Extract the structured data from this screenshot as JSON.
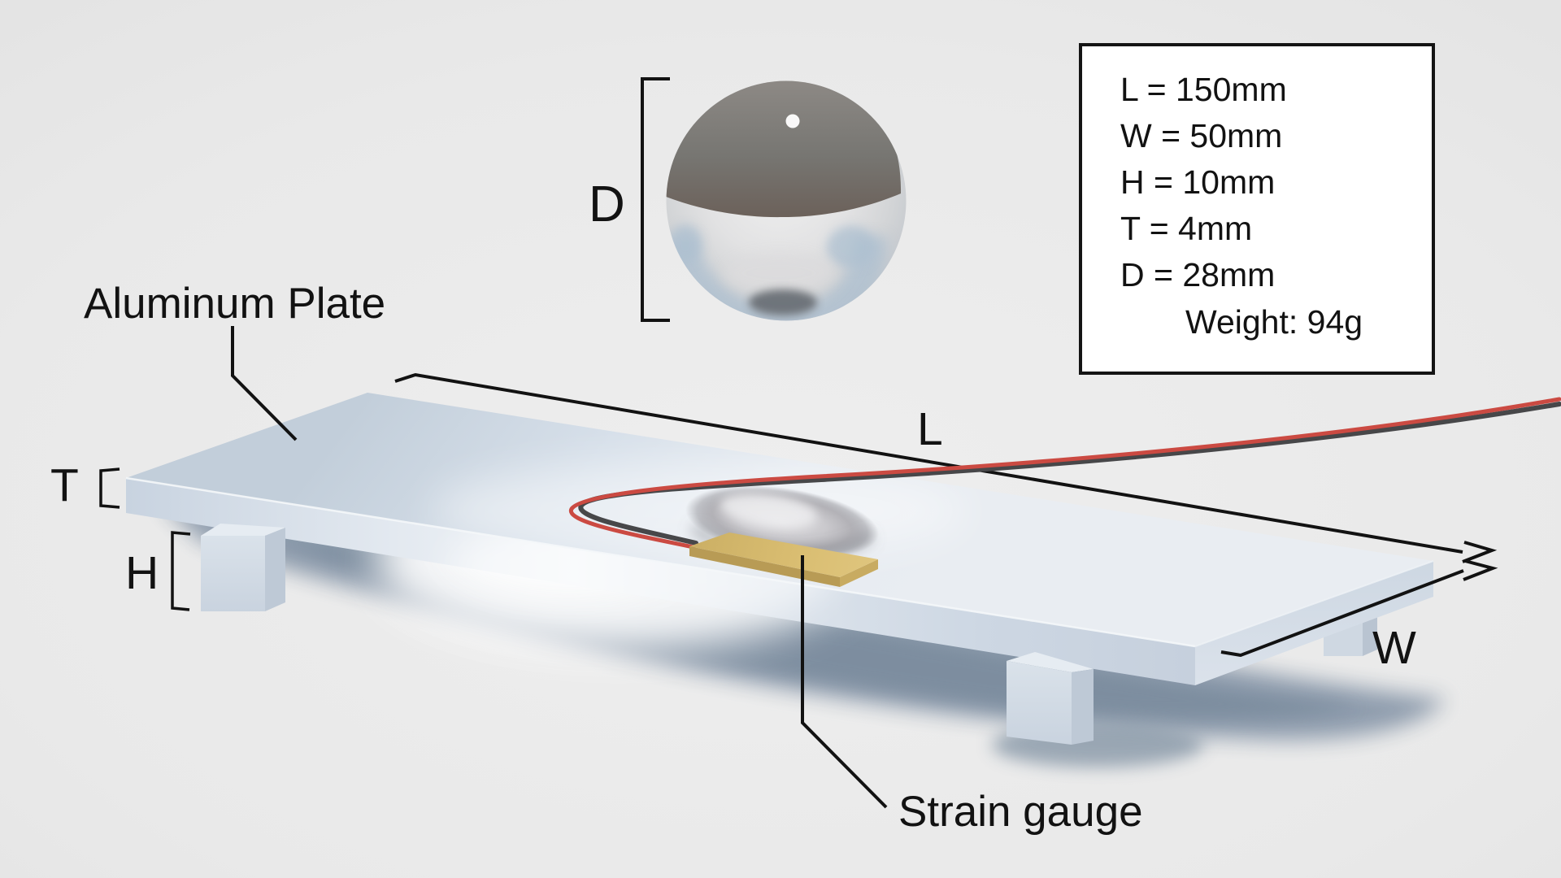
{
  "labels": {
    "aluminum_plate": "Aluminum Plate",
    "strain_gauge": "Strain gauge",
    "dim_length": "L",
    "dim_width": "W",
    "dim_height": "H",
    "dim_thickness": "T",
    "dim_diameter": "D"
  },
  "legend": {
    "lines": [
      "L = 150mm",
      "W = 50mm",
      "H = 10mm",
      "T = 4mm",
      "D = 28mm"
    ],
    "weight_line": "Weight: 94g"
  },
  "colors": {
    "background": "#e9e9e9",
    "line": "#121212",
    "legend_background": "#ffffff",
    "plate_blue": "#d3dde8",
    "gauge_gold": "#d7ba6c",
    "wire_red": "#cb4a42",
    "wire_black": "#474749",
    "shadow_blue_gray": "#8b9aab",
    "sphere_dark": "#77716d",
    "sphere_light": "#e2e2e3"
  }
}
